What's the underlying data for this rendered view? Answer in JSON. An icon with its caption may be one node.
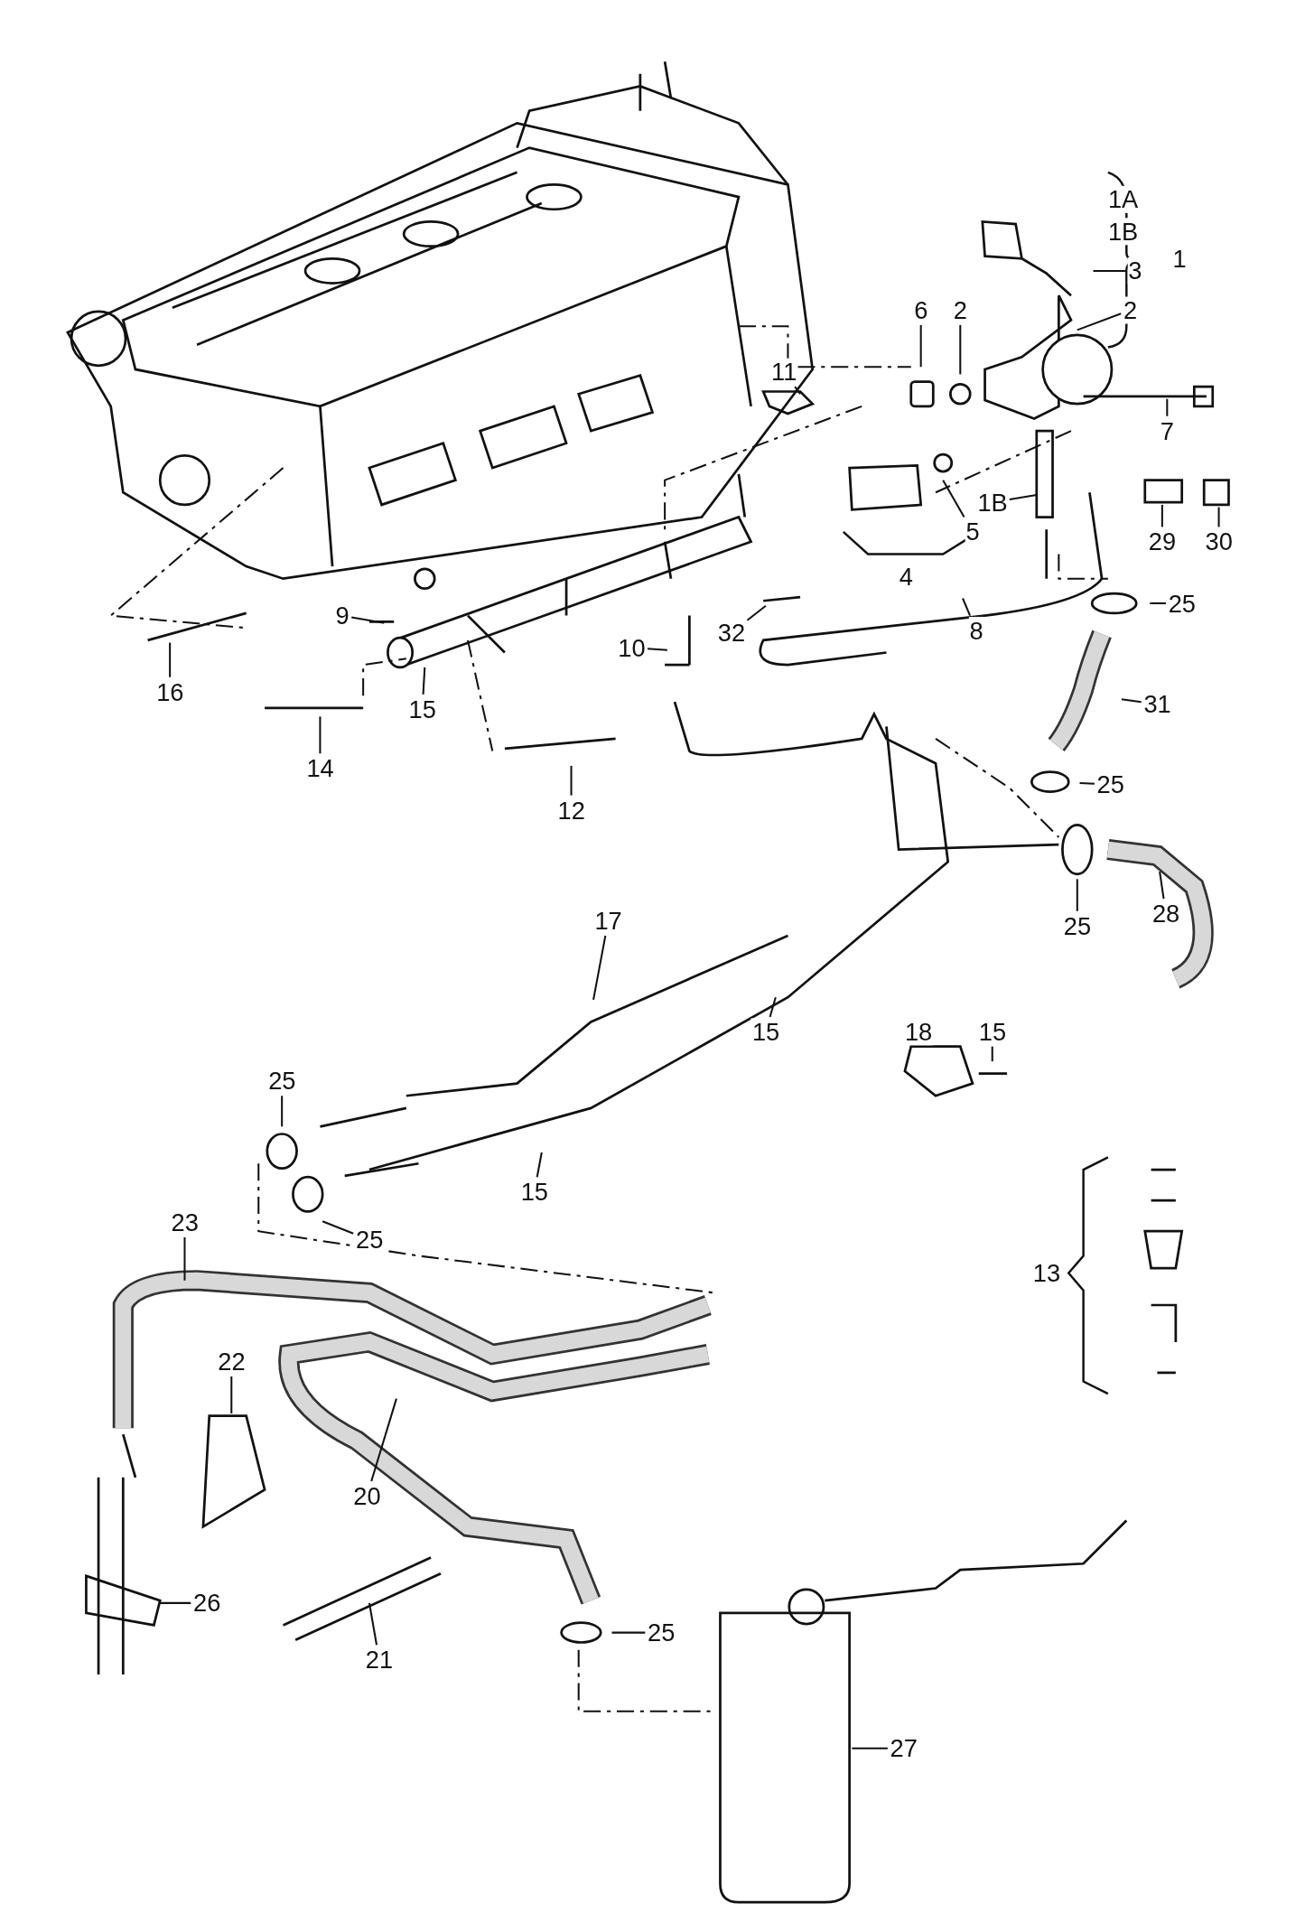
{
  "diagram": {
    "nodes": [
      {
        "text": [
          "1A"
        ]
      },
      {
        "text": [
          "1B"
        ]
      },
      {
        "text": [
          "3"
        ]
      },
      {
        "text": [
          "1"
        ]
      },
      {
        "text": [
          "2"
        ]
      },
      {
        "text": [
          "6"
        ]
      },
      {
        "text": [
          "2"
        ]
      },
      {
        "text": [
          "11"
        ]
      },
      {
        "text": [
          "7"
        ]
      },
      {
        "text": [
          "1B"
        ]
      },
      {
        "text": [
          "5"
        ]
      },
      {
        "text": [
          "29"
        ]
      },
      {
        "text": [
          "30"
        ]
      },
      {
        "text": [
          "4"
        ]
      },
      {
        "text": [
          "25"
        ]
      },
      {
        "text": [
          "8"
        ]
      },
      {
        "text": [
          "9"
        ]
      },
      {
        "text": [
          "10"
        ]
      },
      {
        "text": [
          "32"
        ]
      },
      {
        "text": [
          "16"
        ]
      },
      {
        "text": [
          "15"
        ]
      },
      {
        "text": [
          "31"
        ]
      },
      {
        "text": [
          "14"
        ]
      },
      {
        "text": [
          "25"
        ]
      },
      {
        "text": [
          "12"
        ]
      },
      {
        "text": [
          "28"
        ]
      },
      {
        "text": [
          "25"
        ]
      },
      {
        "text": [
          "17"
        ]
      },
      {
        "text": [
          "15"
        ]
      },
      {
        "text": [
          "18"
        ]
      },
      {
        "text": [
          "15"
        ]
      },
      {
        "text": [
          "25"
        ]
      },
      {
        "text": [
          "15"
        ]
      },
      {
        "text": [
          "23"
        ]
      },
      {
        "text": [
          "25"
        ]
      },
      {
        "text": [
          "13"
        ]
      },
      {
        "text": [
          "22"
        ]
      },
      {
        "text": [
          "20"
        ]
      },
      {
        "text": [
          "26"
        ]
      },
      {
        "text": [
          "25"
        ]
      },
      {
        "text": [
          "21"
        ]
      },
      {
        "text": [
          "27"
        ]
      }
    ],
    "edges": [
      {
        "from": 2,
        "to": null,
        "arrow": "none"
      },
      {
        "from": 4,
        "to": null,
        "arrow": "none"
      },
      {
        "from": 5,
        "to": null,
        "arrow": "none"
      },
      {
        "from": 6,
        "to": null,
        "arrow": "none"
      },
      {
        "from": 7,
        "to": null,
        "arrow": "none"
      },
      {
        "from": 8,
        "to": null,
        "arrow": "none"
      },
      {
        "from": 9,
        "to": null,
        "arrow": "none"
      },
      {
        "from": 10,
        "to": null,
        "arrow": "none"
      },
      {
        "from": 11,
        "to": null,
        "arrow": "none"
      },
      {
        "from": 12,
        "to": null,
        "arrow": "none"
      },
      {
        "from": 14,
        "to": null,
        "arrow": "none"
      },
      {
        "from": 15,
        "to": null,
        "arrow": "none"
      },
      {
        "from": 16,
        "to": null,
        "arrow": "none"
      },
      {
        "from": 17,
        "to": null,
        "arrow": "none"
      },
      {
        "from": 18,
        "to": null,
        "arrow": "none"
      },
      {
        "from": 19,
        "to": null,
        "arrow": "none"
      },
      {
        "from": 20,
        "to": null,
        "arrow": "none"
      },
      {
        "from": 21,
        "to": null,
        "arrow": "none"
      },
      {
        "from": 22,
        "to": null,
        "arrow": "none"
      },
      {
        "from": 23,
        "to": null,
        "arrow": "none"
      },
      {
        "from": 24,
        "to": null,
        "arrow": "none"
      },
      {
        "from": 25,
        "to": null,
        "arrow": "none"
      },
      {
        "from": 26,
        "to": null,
        "arrow": "none"
      },
      {
        "from": 27,
        "to": null,
        "arrow": "none"
      },
      {
        "from": 28,
        "to": null,
        "arrow": "none"
      },
      {
        "from": 29,
        "to": null,
        "arrow": "none"
      },
      {
        "from": 30,
        "to": null,
        "arrow": "none"
      },
      {
        "from": 31,
        "to": null,
        "arrow": "none"
      },
      {
        "from": 32,
        "to": null,
        "arrow": "none"
      },
      {
        "from": 33,
        "to": null,
        "arrow": "none"
      },
      {
        "from": 34,
        "to": null,
        "arrow": "none"
      },
      {
        "from": 36,
        "to": null,
        "arrow": "none"
      },
      {
        "from": 37,
        "to": null,
        "arrow": "none"
      },
      {
        "from": 38,
        "to": null,
        "arrow": "none"
      },
      {
        "from": 39,
        "to": null,
        "arrow": "none"
      },
      {
        "from": 40,
        "to": null,
        "arrow": "none"
      },
      {
        "from": 41,
        "to": null,
        "arrow": "none"
      }
    ]
  }
}
